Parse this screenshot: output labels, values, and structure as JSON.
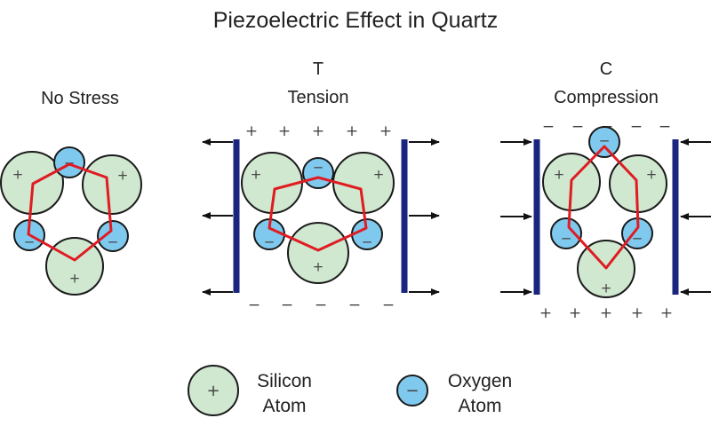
{
  "title": "Piezoelectric Effect in Quartz",
  "panels": {
    "no_stress": {
      "label": "No Stress"
    },
    "tension": {
      "letter": "T",
      "label": "Tension"
    },
    "compression": {
      "letter": "C",
      "label": "Compression"
    }
  },
  "legend": {
    "silicon": {
      "line1": "Silicon",
      "line2": "Atom",
      "sign": "+"
    },
    "oxygen": {
      "line1": "Oxygen",
      "line2": "Atom",
      "sign": "−"
    }
  },
  "symbols": {
    "plus": "+",
    "minus": "−"
  },
  "colors": {
    "silicon_fill": "#cfe8cf",
    "oxygen_fill": "#7fc9ee",
    "bond": "#e01b22",
    "plate": "#1a2580",
    "outline": "#1a1a1a"
  },
  "icons": {
    "arrow": "arrow-icon",
    "plate": "electrode-plate-icon"
  }
}
